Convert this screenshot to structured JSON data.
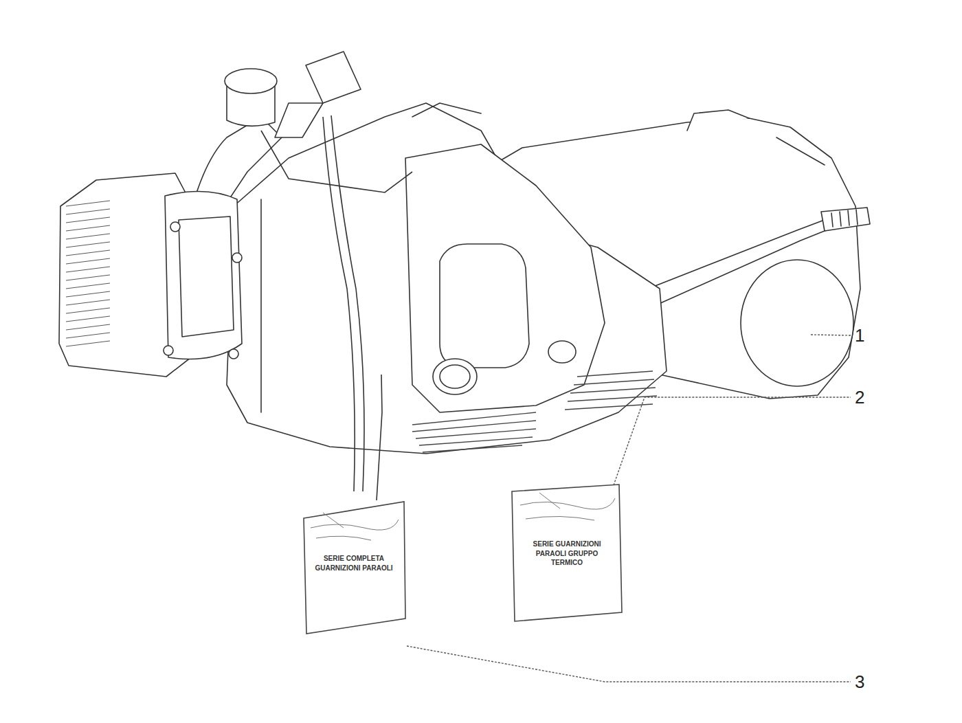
{
  "diagram": {
    "nodes": [
      {
        "text": [
          "SERIE COMPLETA GUARNIZIONI PARAOLI"
        ]
      },
      {
        "text": [
          "SERIE GUARNIZIONI PARAOLI GRUPPO TERMICO"
        ]
      }
    ],
    "labels": [
      "1",
      "2",
      "3"
    ]
  }
}
